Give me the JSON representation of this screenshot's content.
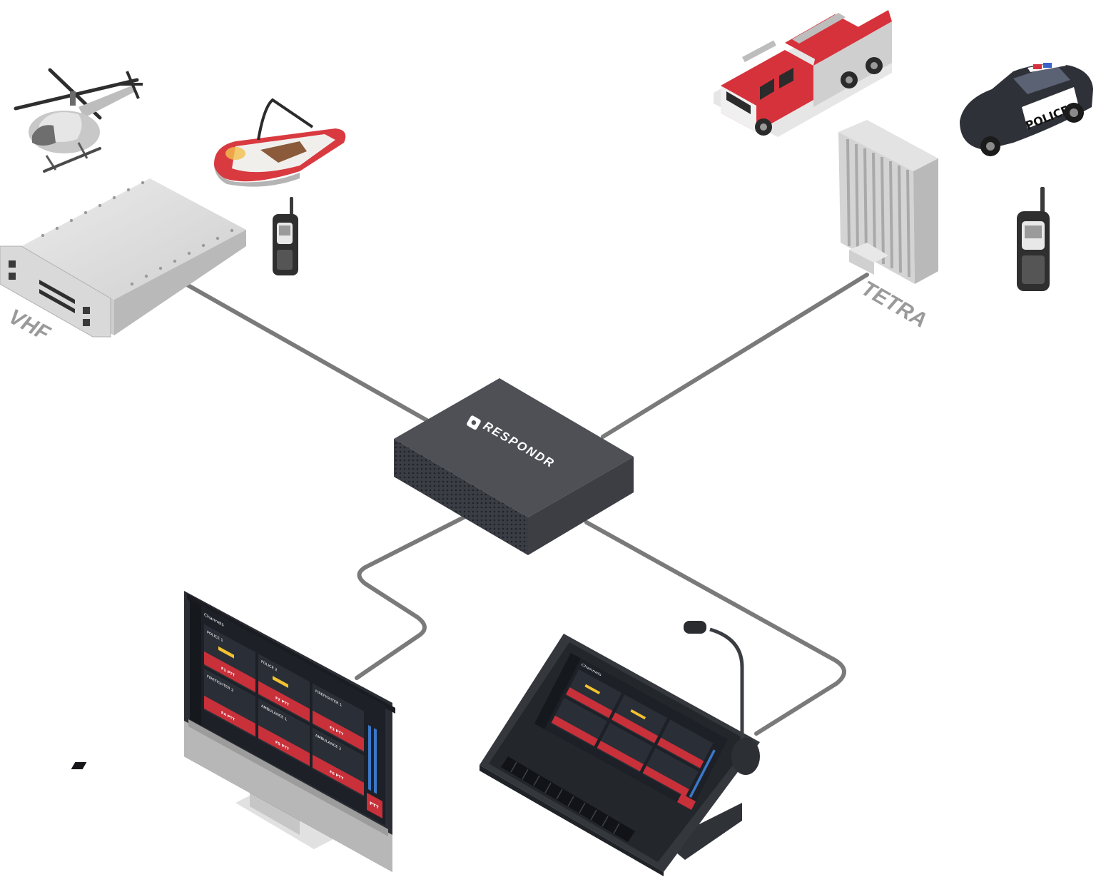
{
  "labels": {
    "vhf": "VHF",
    "tetra": "TETRA"
  },
  "hub": {
    "brand": "RESPONDR"
  },
  "police_car": {
    "door_text": "POLICE"
  },
  "console_ui": {
    "header": "Channels",
    "channels": [
      {
        "name": "POLICE 1",
        "button": "F1 PTT"
      },
      {
        "name": "POLICE 2",
        "button": "F2 PTT"
      },
      {
        "name": "FIREFIGHTER 1",
        "button": "F3 PTT"
      },
      {
        "name": "FIREFIGHTER 2",
        "button": "F4 PTT"
      },
      {
        "name": "AMBULANCE 1",
        "button": "F5 PTT"
      },
      {
        "name": "AMBULANCE 2",
        "button": "F6 PTT"
      }
    ],
    "ptt_label": "PTT"
  },
  "colors": {
    "cable": "#7a7a7a",
    "hub": "#4b4b4e",
    "accent_red": "#c8303a",
    "screen_bg": "#1d2127",
    "label_gray": "#9a9a9a"
  }
}
